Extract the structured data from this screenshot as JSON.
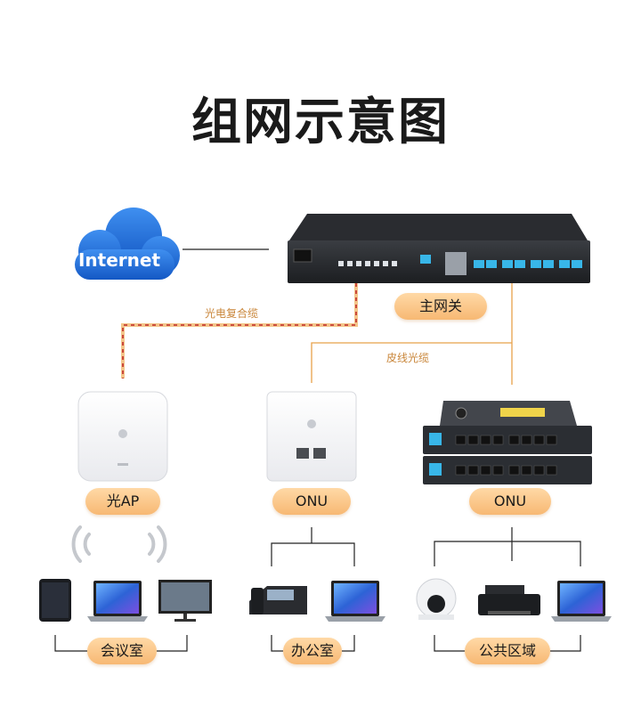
{
  "title": "组网示意图",
  "internet": {
    "label": "Internet"
  },
  "gateway": {
    "label": "主网关"
  },
  "cables": {
    "fiber_copper": "光电复合缆",
    "drop_fiber": "皮线光缆"
  },
  "devices": {
    "ap": "光AP",
    "onu_panel": "ONU",
    "onu_box": "ONU"
  },
  "areas": {
    "meeting": "会议室",
    "office": "办公室",
    "public": "公共区域"
  },
  "colors": {
    "pill": "#f7b873",
    "cable_orange": "#e8a24a",
    "cable_red": "#c0282a",
    "cloud": "#1f6fd8",
    "port_blue": "#38b6e8"
  }
}
